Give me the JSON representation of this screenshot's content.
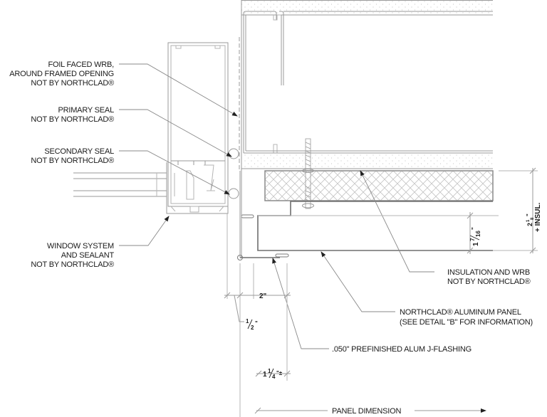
{
  "title": "Window head/jamb detail with NorthClad aluminum panel",
  "callouts": {
    "foil_wrb": [
      "FOIL FACED WRB,",
      "AROUND FRAMED OPENING",
      "NOT BY NORTHCLAD®"
    ],
    "primary_seal": [
      "PRIMARY SEAL",
      "NOT BY NORTHCLAD®"
    ],
    "secondary_seal": [
      "SECONDARY SEAL",
      "NOT BY NORTHCLAD®"
    ],
    "window_system": [
      "WINDOW SYSTEM",
      "AND SEALANT",
      "NOT BY NORTHCLAD®"
    ],
    "insulation_wrb": [
      "INSULATION  AND WRB",
      "NOT BY NORTHCLAD®"
    ],
    "aluminum_panel": [
      "NORTHCLAD® ALUMINUM PANEL",
      "(SEE DETAIL \"B\" FOR INFORMATION)"
    ],
    "j_flashing": [
      ".050\" PREFINISHED ALUM J-FLASHING"
    ]
  },
  "dimensions": {
    "two_inch": "2\"",
    "half_inch": {
      "whole": "",
      "num": "1",
      "den": "2",
      "suffix": "\""
    },
    "one_quarter": {
      "whole": "1",
      "num": "1",
      "den": "4",
      "suffix": "\"±"
    },
    "seven_sixteenths": {
      "whole": "1",
      "num": "7",
      "den": "16",
      "suffix": "\""
    },
    "two_eighth": {
      "whole": "2",
      "num": "1",
      "den": "8",
      "suffix": "\"",
      "extra": "+ INSUL."
    },
    "panel_dimension": "PANEL DIMENSION"
  }
}
